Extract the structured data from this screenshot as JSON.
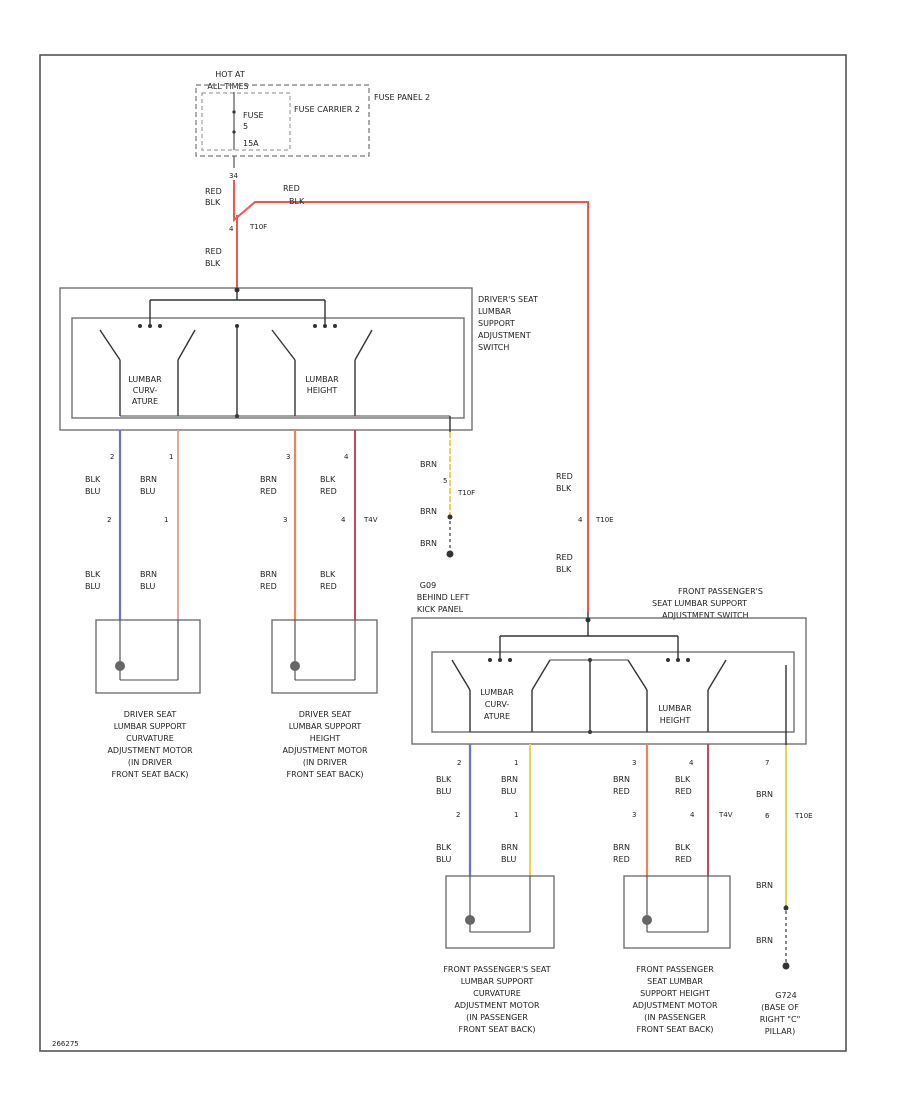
{
  "colors": {
    "red": "#ee5555",
    "orange_red": "#f0825a",
    "dark_red": "#c24860",
    "blue": "#6f6fd8",
    "yellow": "#eed35a",
    "tan": "#d9a48a",
    "gray": "#555555"
  },
  "fuse": {
    "hot_at": "HOT AT",
    "all_times": "ALL TIMES",
    "fuse_word": "FUSE",
    "fuse_num": "5",
    "amp": "15A",
    "carrier": "FUSE CARRIER 2",
    "panel": "FUSE PANEL 2"
  },
  "top_wires": {
    "pin_top": "34",
    "color_a": "RED",
    "color_a2": "BLK",
    "connector_pin": "4",
    "connector": "T10F",
    "color_b": "RED",
    "color_b2": "BLK",
    "color_c": "RED",
    "color_c2": "BLK"
  },
  "driver_switch": {
    "title_1": "DRIVER'S SEAT",
    "title_2": "LUMBAR",
    "title_3": "SUPPORT",
    "title_4": "ADJUSTMENT",
    "title_5": "SWITCH",
    "curv_1": "LUMBAR",
    "curv_2": "CURV-",
    "curv_3": "ATURE",
    "height_1": "LUMBAR",
    "height_2": "HEIGHT"
  },
  "driver_wires": {
    "w1_pin": "2",
    "w1_c1": "BLK",
    "w1_c2": "BLU",
    "w1_pin2": "2",
    "w1_c3": "BLK",
    "w1_c4": "BLU",
    "w2_pin": "1",
    "w2_c1": "BRN",
    "w2_c2": "BLU",
    "w2_pin2": "1",
    "w2_c3": "BRN",
    "w2_c4": "BLU",
    "w3_pin": "3",
    "w3_c1": "BRN",
    "w3_c2": "RED",
    "w3_pin2": "3",
    "w3_c3": "BRN",
    "w3_c4": "RED",
    "w4_pin": "4",
    "w4_c1": "BLK",
    "w4_c2": "RED",
    "w4_pin2": "4",
    "w4_conn": "T4V",
    "w4_c3": "BLK",
    "w4_c4": "RED",
    "g_c1": "BRN",
    "g_pin": "5",
    "g_conn": "T10F",
    "g_c2": "BRN",
    "g_c3": "BRN",
    "ground_1": "G09",
    "ground_2": "BEHIND LEFT",
    "ground_3": "KICK PANEL"
  },
  "driver_motors": {
    "curv": [
      "DRIVER SEAT",
      "LUMBAR SUPPORT",
      "CURVATURE",
      "ADJUSTMENT MOTOR",
      "(IN DRIVER",
      "FRONT SEAT BACK)"
    ],
    "height": [
      "DRIVER SEAT",
      "LUMBAR SUPPORT",
      "HEIGHT",
      "ADJUSTMENT MOTOR",
      "(IN DRIVER",
      "FRONT SEAT BACK)"
    ]
  },
  "right_feed": {
    "c1": "RED",
    "c2": "BLK",
    "pin": "4",
    "conn": "T10E",
    "c3": "RED",
    "c4": "BLK"
  },
  "pass_switch": {
    "title_1": "FRONT PASSENGER'S",
    "title_2": "SEAT LUMBAR SUPPORT",
    "title_3": "ADJUSTMENT SWITCH",
    "curv_1": "LUMBAR",
    "curv_2": "CURV-",
    "curv_3": "ATURE",
    "height_1": "LUMBAR",
    "height_2": "HEIGHT"
  },
  "pass_wires": {
    "w1_pin": "2",
    "w1_c1": "BLK",
    "w1_c2": "BLU",
    "w1_pin2": "2",
    "w1_c3": "BLK",
    "w1_c4": "BLU",
    "w2_pin": "1",
    "w2_c1": "BRN",
    "w2_c2": "BLU",
    "w2_pin2": "1",
    "w2_c3": "BRN",
    "w2_c4": "BLU",
    "w3_pin": "3",
    "w3_c1": "BRN",
    "w3_c2": "RED",
    "w3_pin2": "3",
    "w3_c3": "BRN",
    "w3_c4": "RED",
    "w4_pin": "4",
    "w4_c1": "BLK",
    "w4_c2": "RED",
    "w4_pin2": "4",
    "w4_conn": "T4V",
    "w4_c3": "BLK",
    "w4_c4": "RED",
    "g_pin": "7",
    "g_c1": "BRN",
    "g_pin2": "6",
    "g_conn": "T10E",
    "g_c2": "BRN",
    "g_c3": "BRN",
    "ground_1": "G724",
    "ground_2": "(BASE OF",
    "ground_3": "RIGHT \"C\"",
    "ground_4": "PILLAR)"
  },
  "pass_motors": {
    "curv": [
      "FRONT PASSENGER'S SEAT",
      "LUMBAR SUPPORT",
      "CURVATURE",
      "ADJUSTMENT MOTOR",
      "(IN PASSENGER",
      "FRONT SEAT BACK)"
    ],
    "height": [
      "FRONT PASSENGER",
      "SEAT LUMBAR",
      "SUPPORT HEIGHT",
      "ADJUSTMENT MOTOR",
      "(IN PASSENGER",
      "FRONT SEAT BACK)"
    ]
  },
  "footer_code": "266275"
}
